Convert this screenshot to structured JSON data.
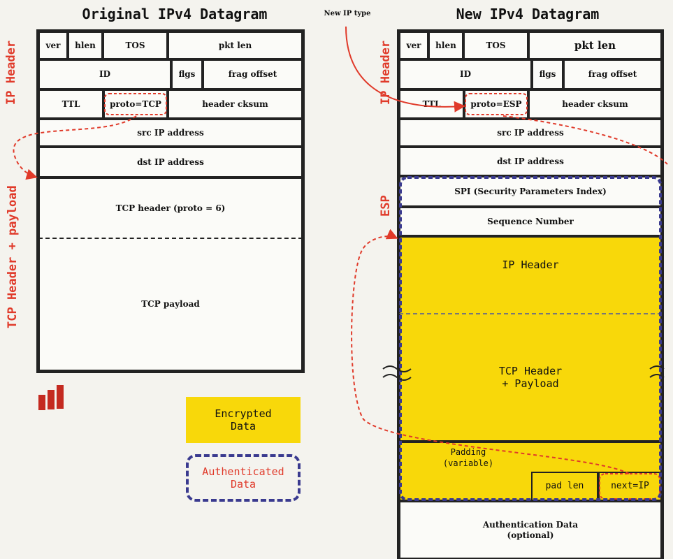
{
  "left": {
    "title": "Original IPv4 Datagram",
    "side_labels": {
      "ip_header": "IP Header",
      "tcp": "TCP Header + payload"
    },
    "row1": [
      "ver",
      "hlen",
      "TOS",
      "pkt len"
    ],
    "row2": [
      "ID",
      "flgs",
      "frag offset"
    ],
    "row3": [
      "TTL",
      "proto=TCP",
      "header cksum"
    ],
    "src": "src IP address",
    "dst": "dst IP address",
    "tcp_header": "TCP header (proto = 6)",
    "tcp_payload": "TCP payload"
  },
  "right": {
    "title": "New IPv4 Datagram",
    "new_ip_type": "New IP type",
    "side_labels": {
      "ip_header": "IP Header",
      "esp": "ESP"
    },
    "row1": [
      "ver",
      "hlen",
      "TOS",
      "pkt len"
    ],
    "row2": [
      "ID",
      "flgs",
      "frag offset"
    ],
    "row3": [
      "TTL",
      "proto=ESP",
      "header cksum"
    ],
    "src": "src IP address",
    "dst": "dst IP address",
    "spi": "SPI (Security Parameters Index)",
    "seq": "Sequence Number",
    "inner_ip": "IP Header",
    "inner_tcp": "TCP Header\n+ Payload",
    "padding": "Padding\n(variable)",
    "pad_len": "pad len",
    "next": "next=IP",
    "auth": "Authentication Data\n(optional)"
  },
  "legend": {
    "encrypted": "Encrypted\nData",
    "authenticated": "Authenticated\nData"
  },
  "colors": {
    "encrypted": "#f8d80a",
    "auth_border": "#3a3a8f",
    "red": "#e03a2a"
  }
}
